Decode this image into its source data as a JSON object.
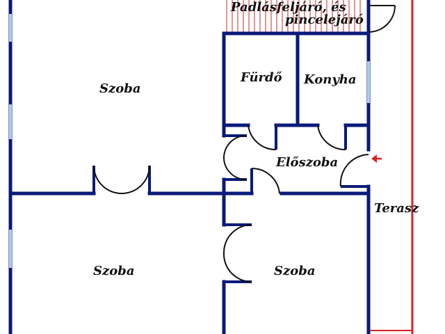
{
  "rooms": {
    "stairs_line1": "Padlásfeljáró, és",
    "stairs_line2": "pincelejáró",
    "bathroom": "Fürdő",
    "kitchen": "Konyha",
    "room_top_left": "Szoba",
    "hall": "Előszoba",
    "terrace": "Terasz",
    "room_bottom_left": "Szoba",
    "room_bottom_right": "Szoba"
  },
  "colors": {
    "wall": "#0a1a78",
    "window": "#aecbec",
    "terrace_line": "#e02020",
    "stair": "#d22a2a",
    "entrance_arrow": "#e02020"
  },
  "icons": {
    "entrance": "entrance-arrow-icon"
  }
}
